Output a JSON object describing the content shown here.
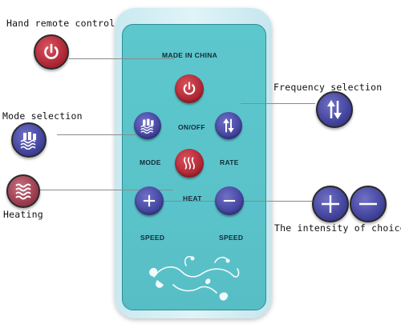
{
  "callouts": {
    "hand_remote": "Hand remote control",
    "mode": "Mode selection",
    "heating": "Heating",
    "frequency": "Frequency selection",
    "intensity": "The intensity of choice"
  },
  "remote": {
    "made_in": "MADE IN CHINA",
    "onoff": "ON/OFF",
    "mode": "MODE",
    "rate": "RATE",
    "heat": "HEAT",
    "speed_left": "SPEED",
    "speed_right": "SPEED"
  },
  "icons": {
    "power": "power-icon",
    "mode": "mode-waves-icon",
    "heat": "heat-waves-icon",
    "rate": "up-down-arrows-icon",
    "plus": "plus-icon",
    "minus": "minus-icon",
    "ornament": "floral-ornament-icon"
  },
  "colors": {
    "remote_face": "#5ac3ca",
    "button_red": "#a8212e",
    "button_blue": "#3d3e97"
  }
}
